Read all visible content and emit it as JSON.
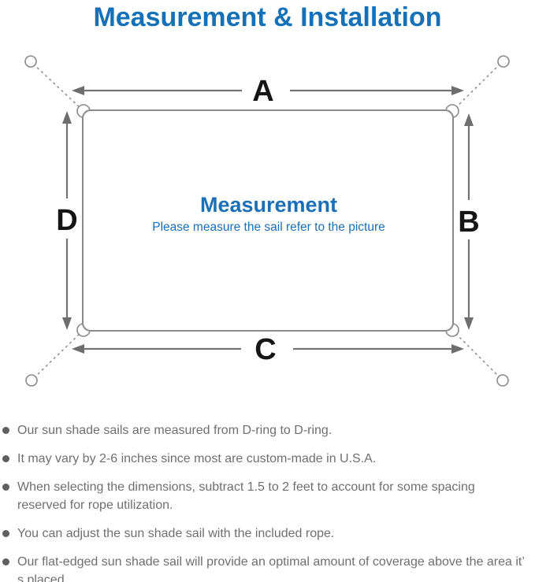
{
  "title": "Measurement & Installation",
  "diagram": {
    "labels": {
      "a": "A",
      "b": "B",
      "c": "C",
      "d": "D"
    },
    "center_title": "Measurement",
    "center_subtitle": "Please measure the sail refer to the picture"
  },
  "notes": [
    "Our sun shade sails are measured from D-ring to D-ring.",
    "It may vary by 2-6 inches since most are custom-made in U.S.A.",
    "When selecting the dimensions, subtract 1.5 to 2 feet to account for some spacing reserved for rope utilization.",
    "You can adjust the sun shade sail with the included rope.",
    "Our flat-edged sun shade sail will provide an optimal amount of coverage above the area it’ s placed."
  ],
  "colors": {
    "title_blue": "#1471b8",
    "diagram_blue": "#1b6fb5",
    "line_gray": "#8a8a8a",
    "arrow_gray": "#6e6e6e",
    "note_text_gray": "#6f6f6f",
    "label_black": "#151515"
  }
}
